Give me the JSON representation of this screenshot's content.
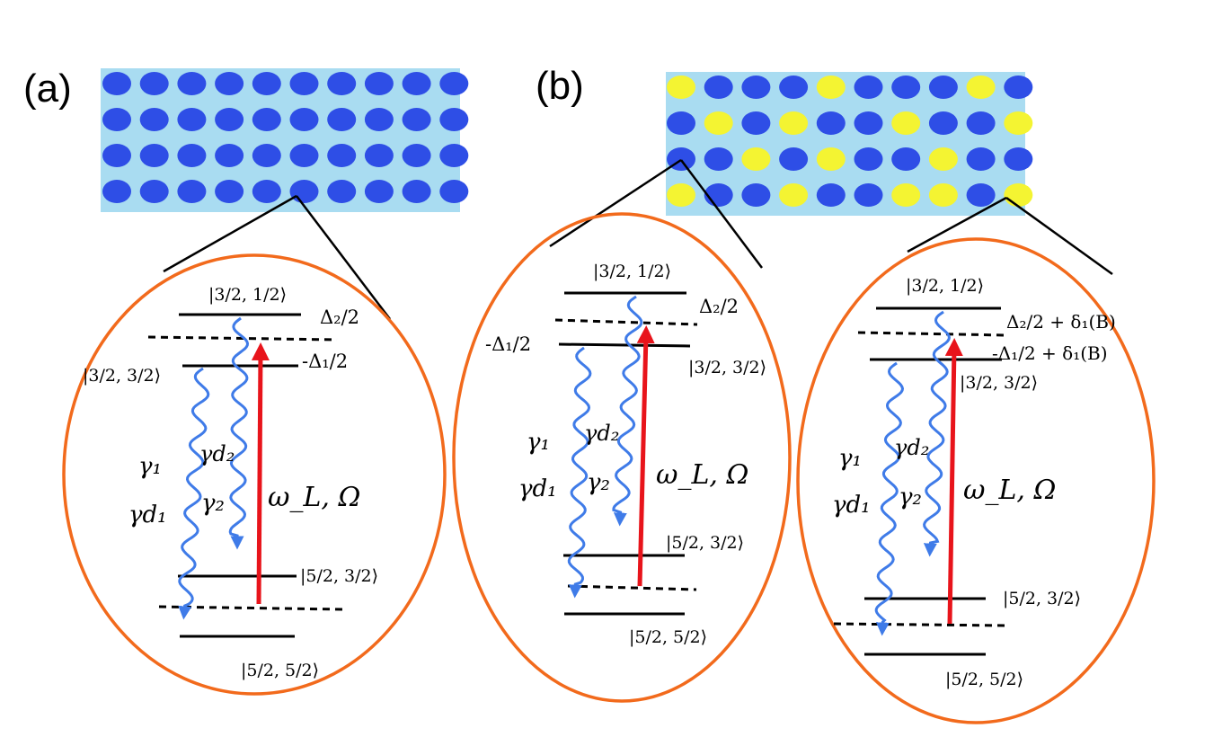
{
  "colors": {
    "lattice_bg": "#a9dcf1",
    "atom_blue": "#2e4ee6",
    "atom_yellow": "#f4f432",
    "ellipse_stroke": "#f26a1c",
    "decay_arrow": "#3f7be8",
    "laser_arrow": "#e8141b",
    "level_line": "#000000"
  },
  "panel_a": {
    "label": "(a)",
    "lattice_rows": [
      [
        "B",
        "B",
        "B",
        "B",
        "B",
        "B",
        "B",
        "B",
        "B",
        "B"
      ],
      [
        "B",
        "B",
        "B",
        "B",
        "B",
        "B",
        "B",
        "B",
        "B",
        "B"
      ],
      [
        "B",
        "B",
        "B",
        "B",
        "B",
        "B",
        "B",
        "B",
        "B",
        "B"
      ],
      [
        "B",
        "B",
        "B",
        "B",
        "B",
        "B",
        "B",
        "B",
        "B",
        "B"
      ]
    ],
    "levels": {
      "upper_top": "|3/2, 1/2⟩",
      "upper_bottom": "|3/2, 3/2⟩",
      "lower_top": "|5/2, 3/2⟩",
      "lower_bottom": "|5/2, 5/2⟩"
    },
    "detuning_2": "Δ₂/2",
    "detuning_1": "-Δ₁/2",
    "gamma_1": "γ₁",
    "gamma_d1": "γd₁",
    "gamma_d2": "γd₂",
    "gamma_2": "γ₂",
    "laser": "ω_L, Ω"
  },
  "panel_b": {
    "label": "(b)",
    "lattice_rows": [
      [
        "Y",
        "B",
        "B",
        "B",
        "Y",
        "B",
        "B",
        "B",
        "Y",
        "B"
      ],
      [
        "B",
        "Y",
        "B",
        "Y",
        "B",
        "B",
        "Y",
        "B",
        "B",
        "Y"
      ],
      [
        "B",
        "B",
        "Y",
        "B",
        "Y",
        "B",
        "B",
        "Y",
        "B",
        "B"
      ],
      [
        "Y",
        "B",
        "B",
        "Y",
        "B",
        "B",
        "Y",
        "Y",
        "B",
        "Y"
      ]
    ],
    "left": {
      "levels": {
        "upper_top": "|3/2, 1/2⟩",
        "upper_bottom": "|3/2, 3/2⟩",
        "lower_top": "|5/2, 3/2⟩",
        "lower_bottom": "|5/2, 5/2⟩"
      },
      "detuning_2": "Δ₂/2",
      "detuning_1": "-Δ₁/2",
      "gamma_1": "γ₁",
      "gamma_d1": "γd₁",
      "gamma_d2": "γd₂",
      "gamma_2": "γ₂",
      "laser": "ω_L, Ω"
    },
    "right": {
      "levels": {
        "upper_top": "|3/2, 1/2⟩",
        "upper_bottom": "|3/2, 3/2⟩",
        "lower_top": "|5/2, 3/2⟩",
        "lower_bottom": "|5/2, 5/2⟩"
      },
      "detuning_2": "Δ₂/2 + δ₁(B)",
      "detuning_1": "-Δ₁/2 + δ₁(B)",
      "gamma_1": "γ₁",
      "gamma_d1": "γd₁",
      "gamma_d2": "γd₂",
      "gamma_2": "γ₂",
      "laser": "ω_L, Ω"
    }
  }
}
